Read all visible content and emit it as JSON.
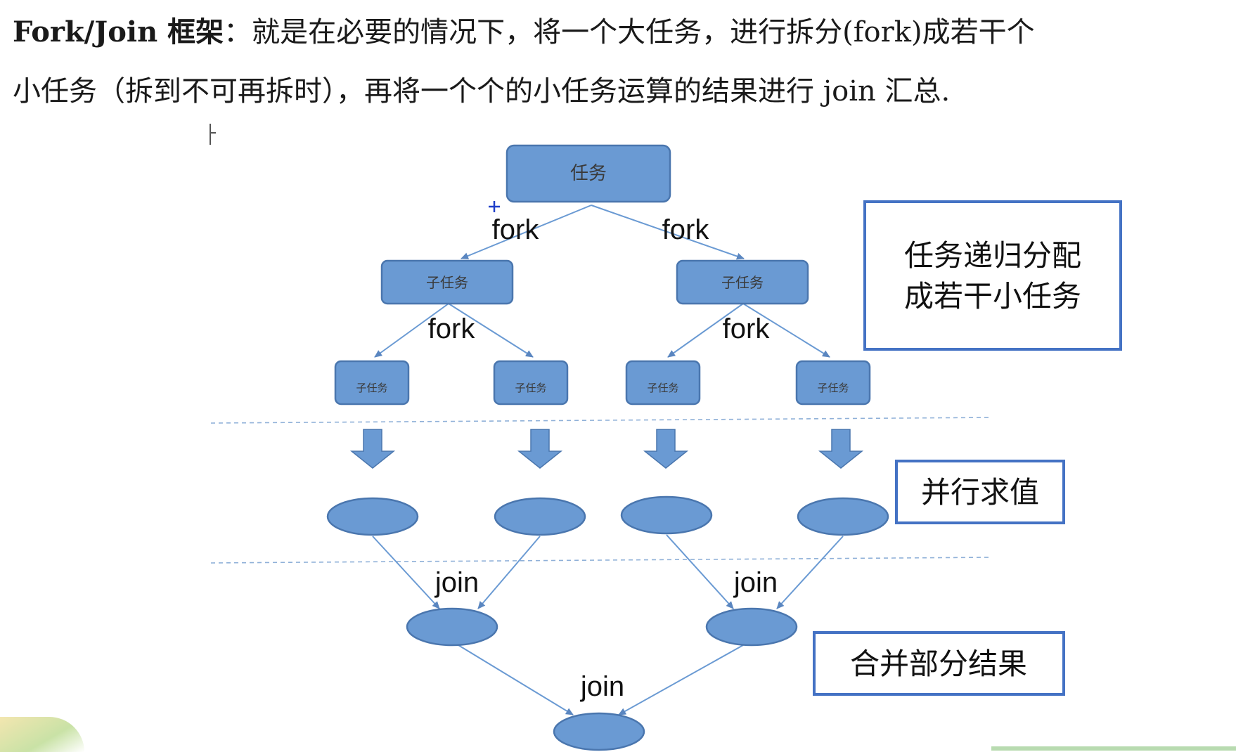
{
  "intro": {
    "term": "Fork/Join 框架",
    "line1_rest": "：就是在必要的情况下，将一个大任务，进行拆分(fork)成若干个",
    "line2": "小任务（拆到不可再拆时），再将一个个的小任务运算的结果进行 join 汇总."
  },
  "diagram": {
    "root_label": "任务",
    "subtask_label": "子任务",
    "leaf_label": "子任务",
    "fork_label": "fork",
    "join_label": "join",
    "colors": {
      "node_fill": "#6a9ad3",
      "node_stroke": "#4a76ae",
      "note_border": "#4472c4"
    }
  },
  "notes": {
    "split": [
      "任务递归分配",
      "成若干小任务"
    ],
    "parallel": "并行求值",
    "merge": "合并部分结果"
  }
}
